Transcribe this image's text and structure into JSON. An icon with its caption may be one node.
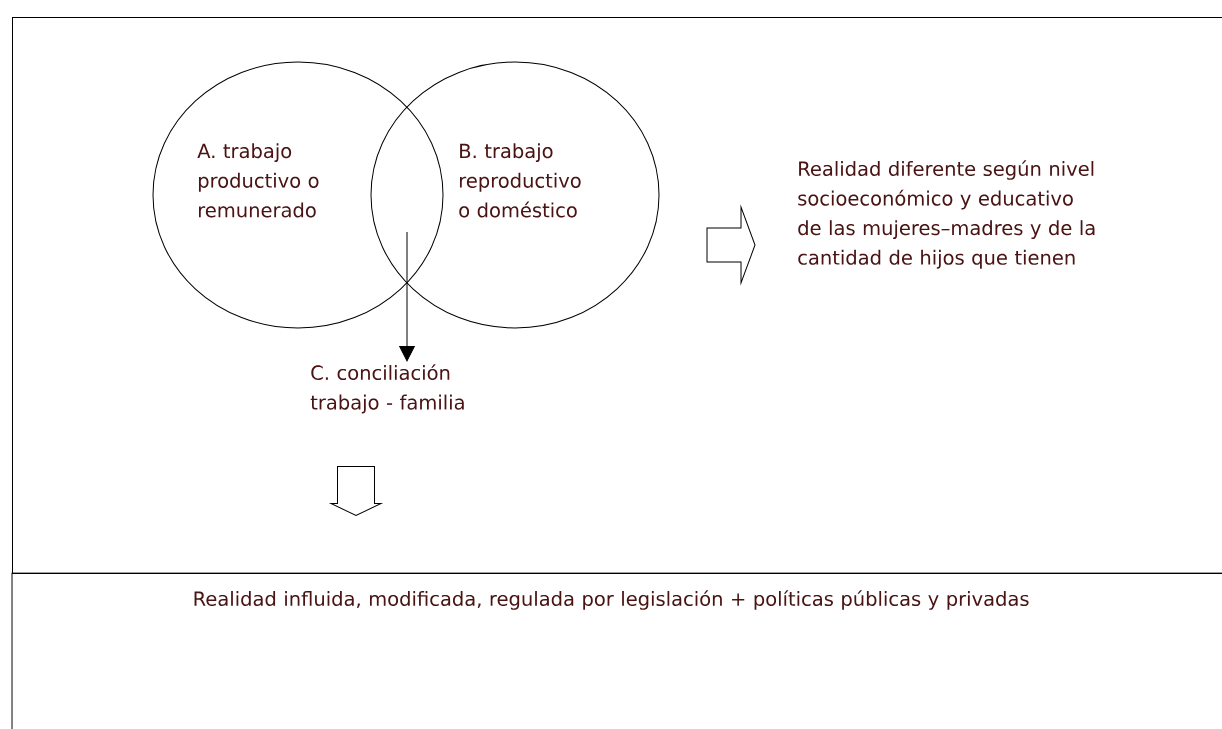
{
  "diagram": {
    "nodes": [
      {
        "text": [],
        "shape": "box"
      },
      {
        "text": [
          "A. trabajo productivo o remunerado"
        ],
        "in": 0
      },
      {
        "text": [
          "B. trabajo reproductivo o doméstico"
        ],
        "in": 0
      },
      {
        "text": [
          "C. conciliación trabajo - familia"
        ],
        "in": 0
      },
      {
        "text": [
          "Realidad diferente según nivel socioeconómico y educativo de las mujeres–madres y de la cantidad de hijos que tienen"
        ],
        "in": 0
      },
      {
        "text": [
          "Realidad influida, modificada, regulada por legislación + políticas públicas y privadas"
        ]
      }
    ],
    "edges": [
      {
        "from": 1,
        "to": 3,
        "arrow": "to"
      },
      {
        "from": 2,
        "to": 3,
        "arrow": "to"
      },
      {
        "from": 2,
        "to": 4,
        "arrow": "to"
      },
      {
        "from": 3,
        "to": 5,
        "arrow": "to"
      }
    ]
  }
}
